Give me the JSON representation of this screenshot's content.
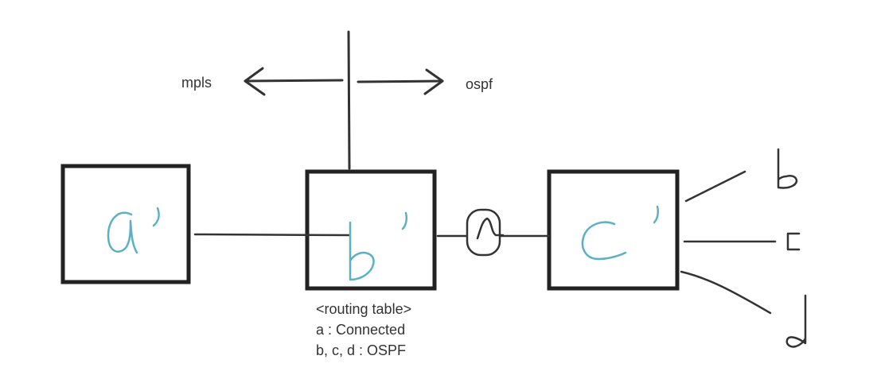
{
  "labels": {
    "left_arrow": "mpls",
    "right_arrow": "ospf"
  },
  "nodes": {
    "a": {
      "label": "a'"
    },
    "b": {
      "label": "b'"
    },
    "c": {
      "label": "c'"
    }
  },
  "link_marker": {
    "label": "A"
  },
  "endpoints": {
    "b": "b",
    "c": "c",
    "d": "d"
  },
  "routing_table": {
    "title": "<routing table>",
    "rows": [
      "a : Connected",
      "b, c, d : OSPF"
    ]
  },
  "colors": {
    "ink": "#333333",
    "handwriting": "#5bb1c3",
    "text": "#333333"
  }
}
